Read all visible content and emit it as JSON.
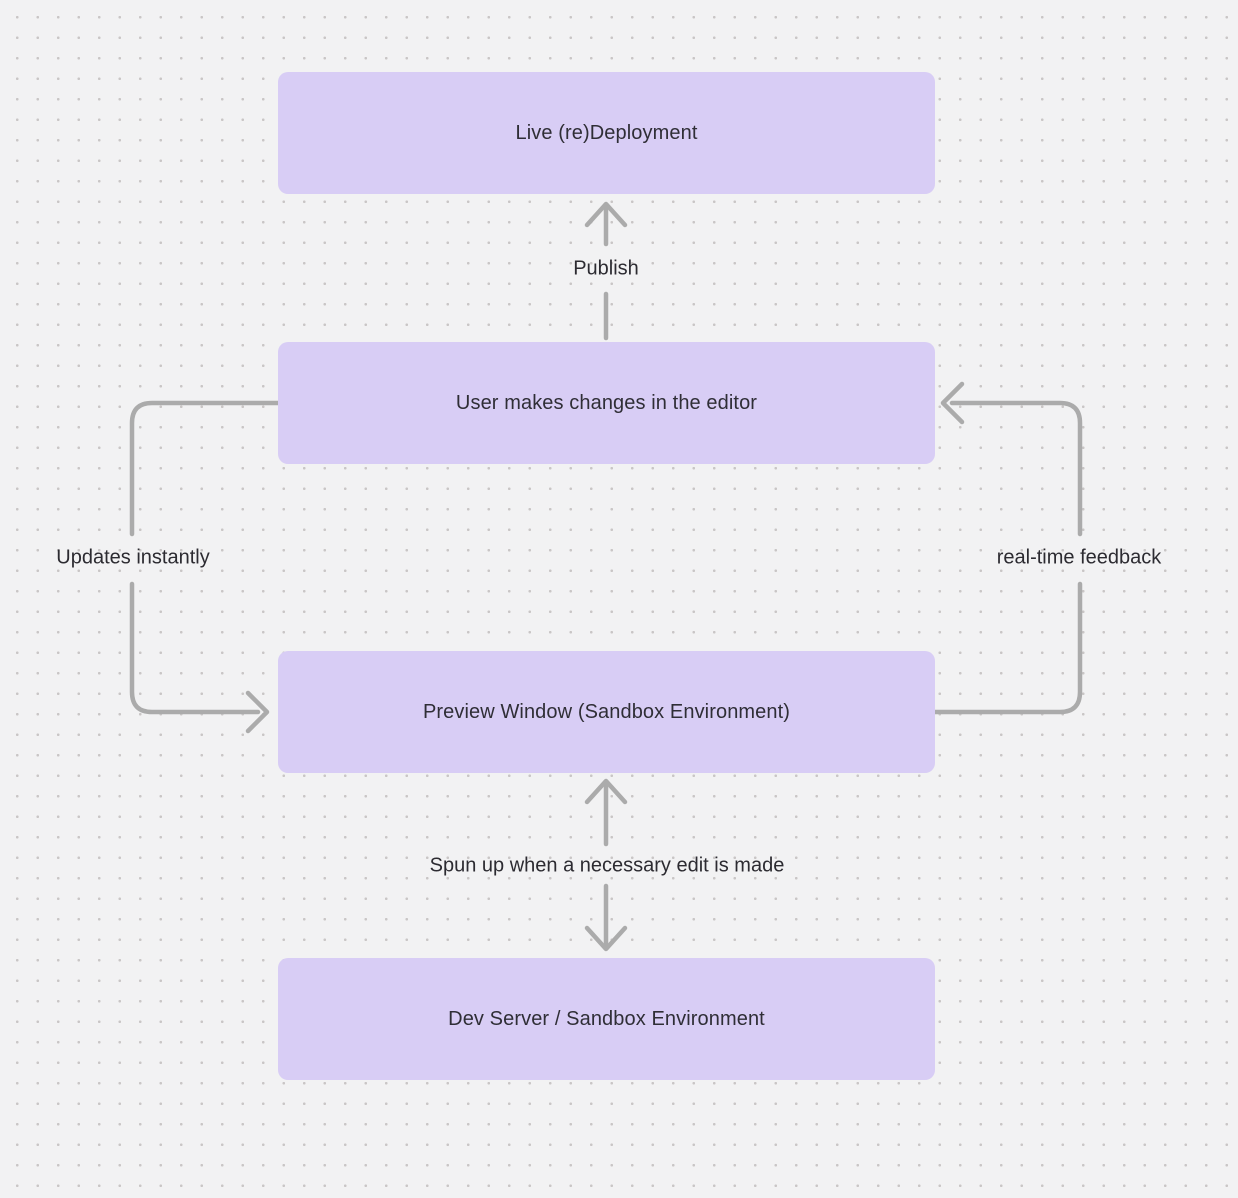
{
  "diagram": {
    "nodes": [
      {
        "id": "live-redeployment",
        "label": "Live (re)Deployment"
      },
      {
        "id": "user-editor",
        "label": "User makes changes in the editor"
      },
      {
        "id": "preview-window",
        "label": "Preview Window (Sandbox Environment)"
      },
      {
        "id": "dev-server",
        "label": "Dev Server / Sandbox Environment"
      }
    ],
    "edges": [
      {
        "id": "publish",
        "label": "Publish",
        "from": "user-editor",
        "to": "live-redeployment",
        "direction": "up"
      },
      {
        "id": "updates-instantly",
        "label": "Updates instantly",
        "from": "user-editor",
        "to": "preview-window",
        "direction": "down-left-loop"
      },
      {
        "id": "real-time-feedback",
        "label": "real-time feedback",
        "from": "preview-window",
        "to": "user-editor",
        "direction": "up-right-loop"
      },
      {
        "id": "spun-up",
        "label": "Spun up when a necessary edit is made",
        "from": "dev-server",
        "to": "preview-window",
        "direction": "both"
      }
    ]
  },
  "colors": {
    "background": "#f2f2f3",
    "dot": "#c9c6c6",
    "node_fill": "#d8cdf5",
    "node_text": "#2f2e36",
    "edge": "#ababab",
    "edge_label_text": "#2c2b31"
  }
}
